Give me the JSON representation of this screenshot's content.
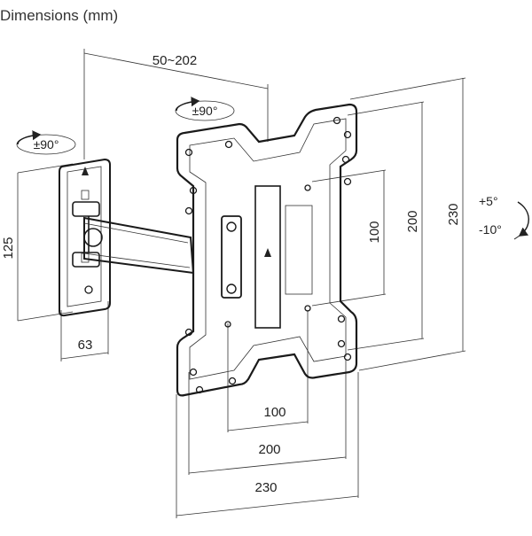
{
  "title": "Dimensions (mm)",
  "labels": {
    "arm_extension": "50~202",
    "wall_plate_swivel": "±90°",
    "tv_plate_rotation": "±90°",
    "wall_plate_height": "125",
    "wall_plate_width": "63",
    "vesa_bottom_small": "100",
    "vesa_bottom_large": "200",
    "plate_width": "230",
    "vesa_right_small": "100",
    "vesa_right_large": "200",
    "plate_height": "230",
    "tilt_up": "+5°",
    "tilt_down": "-10°"
  },
  "icons": {
    "swivel_arrow": "curved-arrow-icon",
    "tilt_arrow": "tilt-arrow-icon"
  }
}
